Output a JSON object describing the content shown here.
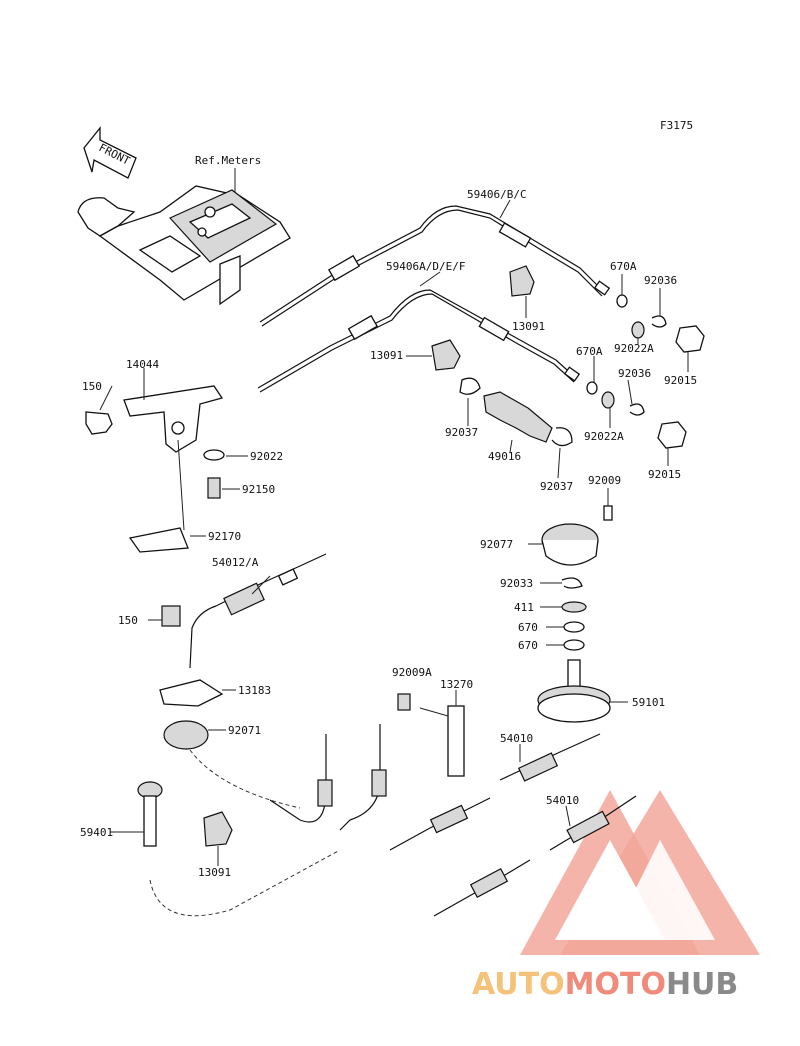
{
  "figure_code": "F3175",
  "front_label": "FRONT",
  "ref_label": "Ref.Meters",
  "parts": {
    "p59406bc": "59406/B/C",
    "p59406adef": "59406A/D/E/F",
    "p670a_1": "670A",
    "p670a_2": "670A",
    "p92036_1": "92036",
    "p92036_2": "92036",
    "p92022a_1": "92022A",
    "p92022a_2": "92022A",
    "p92015_1": "92015",
    "p92015_2": "92015",
    "p13091_1": "13091",
    "p13091_2": "13091",
    "p13091_3": "13091",
    "p14044": "14044",
    "p150_1": "150",
    "p150_2": "150",
    "p92022": "92022",
    "p92150": "92150",
    "p92170": "92170",
    "p92037_1": "92037",
    "p92037_2": "92037",
    "p49016": "49016",
    "p92009": "92009",
    "p92077": "92077",
    "p92033": "92033",
    "p411": "411",
    "p670_1": "670",
    "p670_2": "670",
    "p59101": "59101",
    "p54012a": "54012/A",
    "p13183": "13183",
    "p92071": "92071",
    "p92009a": "92009A",
    "p13270": "13270",
    "p54010_1": "54010",
    "p54010_2": "54010",
    "p59401": "59401"
  },
  "watermark": {
    "part1": "AUTO",
    "part2": "MOTO",
    "part3": "HUB",
    "color_triangle": "#f08a7a",
    "color_auto": "#f5c27a",
    "color_moto": "#f08a7a",
    "color_hub": "#8a8a8a"
  }
}
